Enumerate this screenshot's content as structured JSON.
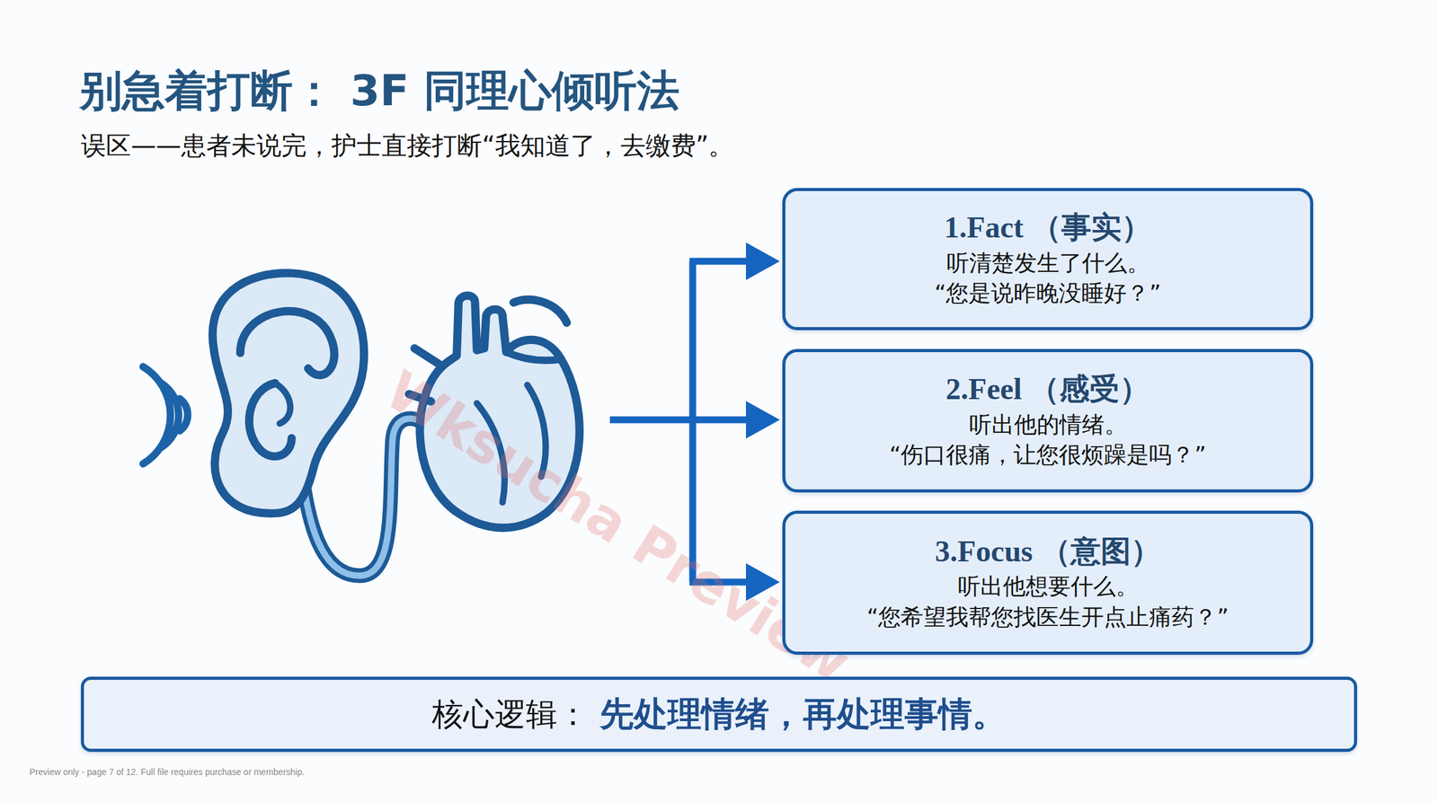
{
  "diagram": {
    "title": "别急着打断： 3F 同理心倾听法",
    "nodes": [
      {
        "text": [
          "1.Fact （事实）",
          "听清楚发生了什么。",
          "“您是说昨晚没睡好？”"
        ]
      },
      {
        "text": [
          "2.Feel （感受）",
          "听出他的情绪。",
          "“伤口很痛，让您很烦躁是吗？”"
        ]
      },
      {
        "text": [
          "3.Focus （意图）",
          "听出他想要什么。",
          "“您希望我帮您找医生开点止痛药？”"
        ]
      },
      {
        "text": [
          "核心逻辑：",
          "先处理情绪，再处理事情。"
        ]
      }
    ],
    "labels": [
      "误区——患者未说完，护士直接打断“我知道了，去缴费”。",
      "Wksucha Preview",
      "Preview only - page 7 of 12. Full file requires purchase or membership."
    ]
  }
}
